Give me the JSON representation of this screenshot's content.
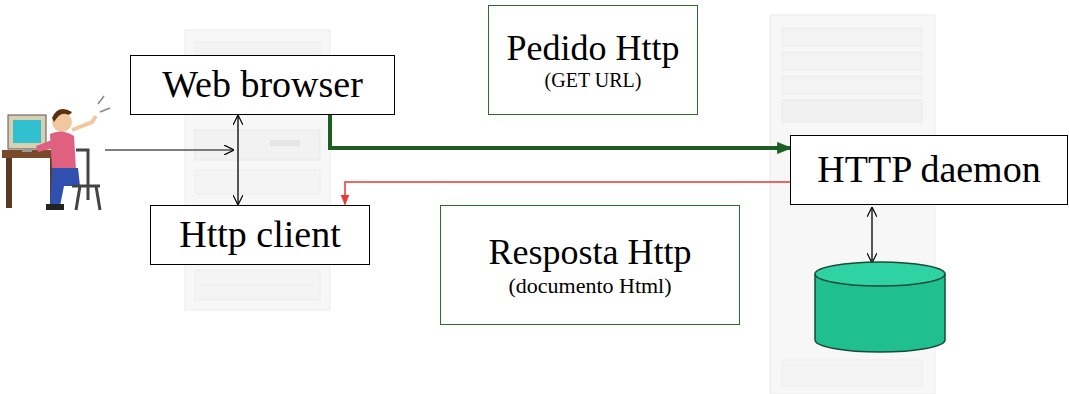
{
  "diagram": {
    "nodes": [
      {
        "text": [
          "Web browser"
        ]
      },
      {
        "text": [
          "Http client"
        ]
      },
      {
        "text": [
          "Pedido Http",
          "(GET URL)"
        ]
      },
      {
        "text": [
          "HTTP daemon"
        ]
      },
      {
        "text": [
          "Resposta Http",
          "(documento Html)"
        ]
      }
    ],
    "edges": [
      {
        "from": 0,
        "to": 1,
        "arrow": "both"
      },
      {
        "from": 0,
        "to": 3,
        "arrow": "to"
      },
      {
        "from": 3,
        "to": 1,
        "arrow": "to"
      }
    ]
  }
}
